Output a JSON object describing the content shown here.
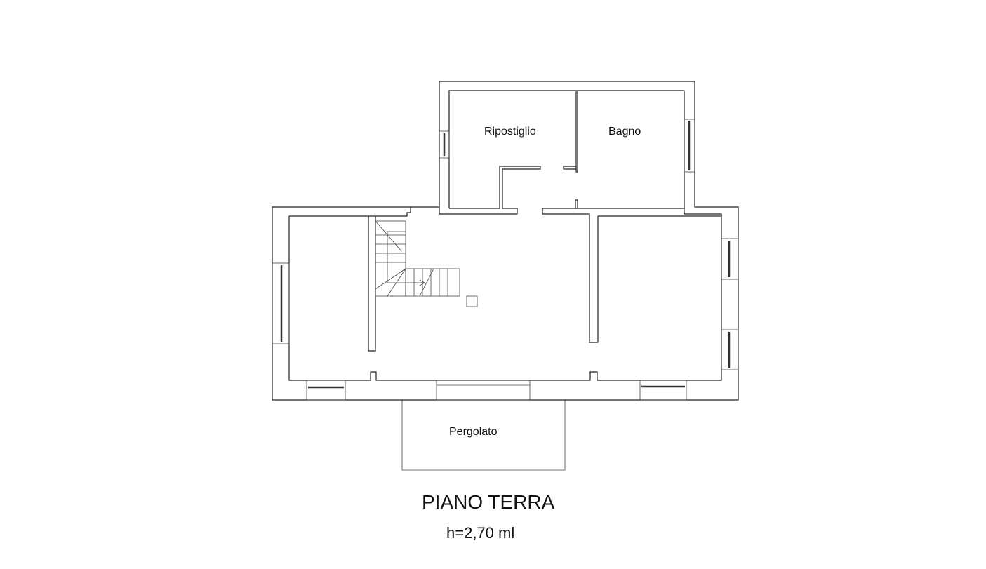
{
  "plan": {
    "rooms": {
      "ripostiglio": "Ripostiglio",
      "bagno": "Bagno",
      "pergolato": "Pergolato"
    },
    "title": "PIANO TERRA",
    "height_note": "h=2,70 ml"
  }
}
